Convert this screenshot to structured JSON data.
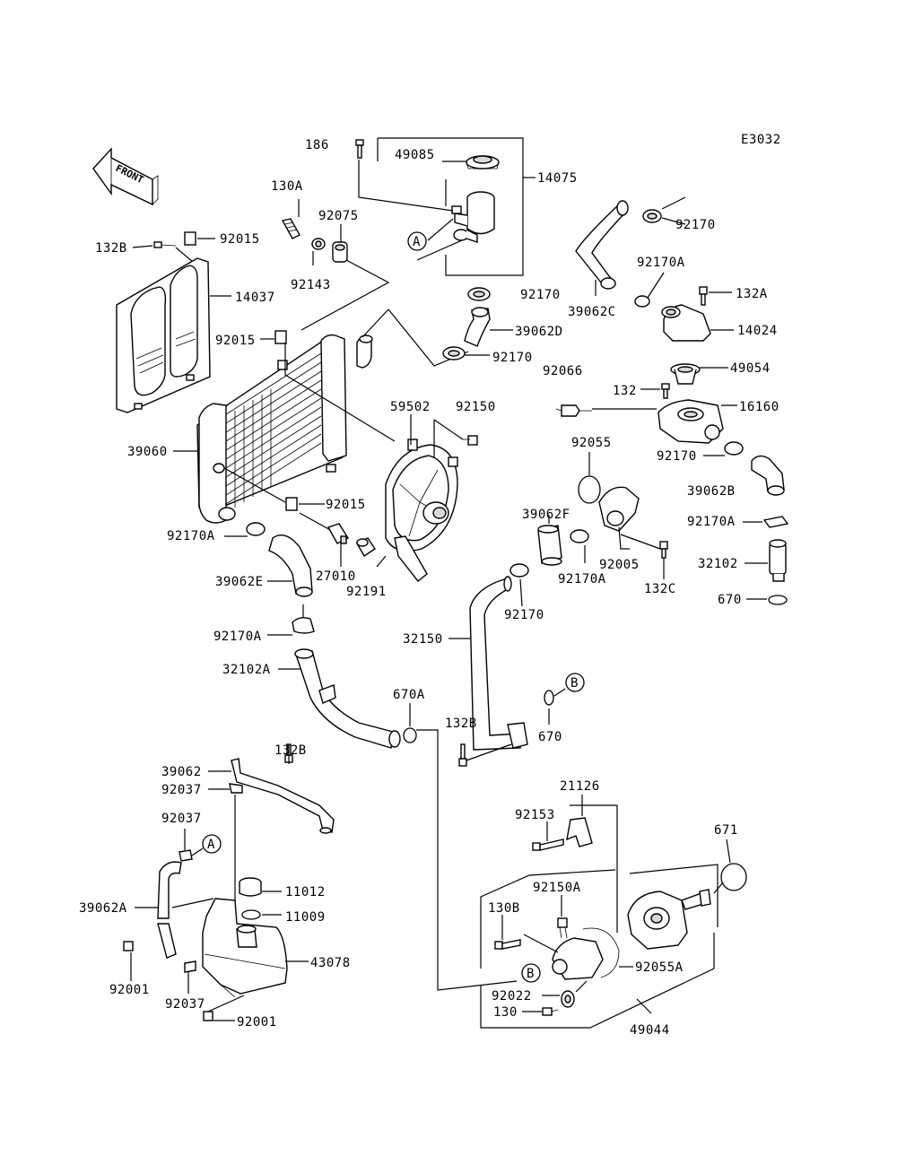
{
  "diagram_code": "E3032",
  "front_label": "FRONT",
  "ref_a": "A",
  "ref_b": "B",
  "labels": [
    {
      "id": "186",
      "text": "186"
    },
    {
      "id": "49085",
      "text": "49085"
    },
    {
      "id": "14075",
      "text": "14075"
    },
    {
      "id": "130A",
      "text": "130A"
    },
    {
      "id": "92075",
      "text": "92075"
    },
    {
      "id": "132B-a",
      "text": "132B"
    },
    {
      "id": "92015-a",
      "text": "92015"
    },
    {
      "id": "14037",
      "text": "14037"
    },
    {
      "id": "92143",
      "text": "92143"
    },
    {
      "id": "92170-a",
      "text": "92170"
    },
    {
      "id": "92170A-a",
      "text": "92170A"
    },
    {
      "id": "39062C",
      "text": "39062C"
    },
    {
      "id": "132A",
      "text": "132A"
    },
    {
      "id": "14024",
      "text": "14024"
    },
    {
      "id": "92170-b",
      "text": "92170"
    },
    {
      "id": "39062D",
      "text": "39062D"
    },
    {
      "id": "92015-b",
      "text": "92015"
    },
    {
      "id": "92170-c",
      "text": "92170"
    },
    {
      "id": "92066",
      "text": "92066"
    },
    {
      "id": "49054",
      "text": "49054"
    },
    {
      "id": "132",
      "text": "132"
    },
    {
      "id": "16160",
      "text": "16160"
    },
    {
      "id": "59502",
      "text": "59502"
    },
    {
      "id": "92150",
      "text": "92150"
    },
    {
      "id": "39060",
      "text": "39060"
    },
    {
      "id": "92055",
      "text": "92055"
    },
    {
      "id": "92170-d",
      "text": "92170"
    },
    {
      "id": "39062B",
      "text": "39062B"
    },
    {
      "id": "92015-c",
      "text": "92015"
    },
    {
      "id": "39062F",
      "text": "39062F"
    },
    {
      "id": "92170A-b",
      "text": "92170A"
    },
    {
      "id": "92170A-c",
      "text": "92170A"
    },
    {
      "id": "27010",
      "text": "27010"
    },
    {
      "id": "92005",
      "text": "92005"
    },
    {
      "id": "32102",
      "text": "32102"
    },
    {
      "id": "39062E",
      "text": "39062E"
    },
    {
      "id": "92191",
      "text": "92191"
    },
    {
      "id": "92170A-d",
      "text": "92170A"
    },
    {
      "id": "92170-e",
      "text": "92170"
    },
    {
      "id": "132C",
      "text": "132C"
    },
    {
      "id": "670-a",
      "text": "670"
    },
    {
      "id": "92170A-e",
      "text": "92170A"
    },
    {
      "id": "32150",
      "text": "32150"
    },
    {
      "id": "32102A",
      "text": "32102A"
    },
    {
      "id": "670A",
      "text": "670A"
    },
    {
      "id": "132B-b",
      "text": "132B"
    },
    {
      "id": "132B-c",
      "text": "132B"
    },
    {
      "id": "670-b",
      "text": "670"
    },
    {
      "id": "39062",
      "text": "39062"
    },
    {
      "id": "92037-a",
      "text": "92037"
    },
    {
      "id": "21126",
      "text": "21126"
    },
    {
      "id": "92037-b",
      "text": "92037"
    },
    {
      "id": "92153",
      "text": "92153"
    },
    {
      "id": "671",
      "text": "671"
    },
    {
      "id": "11012",
      "text": "11012"
    },
    {
      "id": "92150A",
      "text": "92150A"
    },
    {
      "id": "39062A",
      "text": "39062A"
    },
    {
      "id": "130B",
      "text": "130B"
    },
    {
      "id": "11009",
      "text": "11009"
    },
    {
      "id": "43078",
      "text": "43078"
    },
    {
      "id": "92055A",
      "text": "92055A"
    },
    {
      "id": "92001-a",
      "text": "92001"
    },
    {
      "id": "92022",
      "text": "92022"
    },
    {
      "id": "92037-c",
      "text": "92037"
    },
    {
      "id": "130",
      "text": "130"
    },
    {
      "id": "92001-b",
      "text": "92001"
    },
    {
      "id": "49044",
      "text": "49044"
    }
  ]
}
